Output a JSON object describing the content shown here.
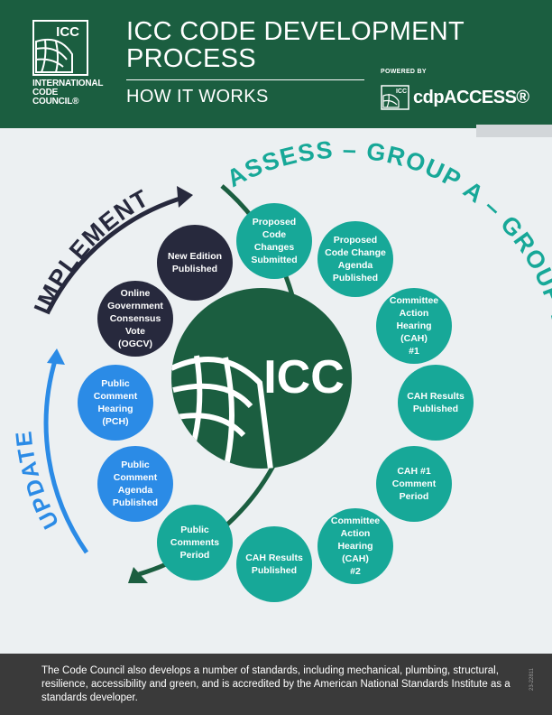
{
  "header": {
    "org_abbr": "ICC",
    "org_name_line1": "INTERNATIONAL",
    "org_name_line2": "CODE COUNCIL®",
    "title_line1": "ICC CODE DEVELOPMENT",
    "title_line2": "PROCESS",
    "subtitle": "HOW IT WORKS",
    "powered_by": "POWERED BY",
    "cdp_badge": "ICC",
    "cdp_brand": "cdpACCESS®"
  },
  "cycle": {
    "center_label": "ICC",
    "phases": {
      "implement": "IMPLEMENT",
      "assess": "ASSESS – GROUP A – GROUP B",
      "update": "UPDATE"
    },
    "steps": [
      {
        "label": "Proposed Code Changes Submitted",
        "lines": [
          "Proposed",
          "Code Changes",
          "Submitted"
        ],
        "phase": "assess"
      },
      {
        "label": "Proposed Code Change Agenda Published",
        "lines": [
          "Proposed",
          "Code Change",
          "Agenda",
          "Published"
        ],
        "phase": "assess"
      },
      {
        "label": "Committee Action Hearing (CAH) #1",
        "lines": [
          "Committee",
          "Action Hearing",
          "(CAH)",
          "#1"
        ],
        "phase": "assess"
      },
      {
        "label": "CAH Results Published",
        "lines": [
          "CAH Results",
          "Published"
        ],
        "phase": "assess"
      },
      {
        "label": "CAH #1 Comment Period",
        "lines": [
          "CAH #1",
          "Comment",
          "Period"
        ],
        "phase": "assess"
      },
      {
        "label": "Committee Action Hearing (CAH) #2",
        "lines": [
          "Committee",
          "Action Hearing",
          "(CAH)",
          "#2"
        ],
        "phase": "assess"
      },
      {
        "label": "CAH Results Published",
        "lines": [
          "CAH Results",
          "Published"
        ],
        "phase": "assess"
      },
      {
        "label": "Public Comments Period",
        "lines": [
          "Public",
          "Comments",
          "Period"
        ],
        "phase": "assess"
      },
      {
        "label": "Public Comment Agenda Published",
        "lines": [
          "Public",
          "Comment",
          "Agenda",
          "Published"
        ],
        "phase": "update"
      },
      {
        "label": "Public Comment Hearing (PCH)",
        "lines": [
          "Public",
          "Comment",
          "Hearing",
          "(PCH)"
        ],
        "phase": "update"
      },
      {
        "label": "Online Government Consensus Vote (OGCV)",
        "lines": [
          "Online",
          "Government",
          "Consensus Vote",
          "(OGCV)"
        ],
        "phase": "implement"
      },
      {
        "label": "New Edition Published",
        "lines": [
          "New Edition",
          "Published"
        ],
        "phase": "implement"
      }
    ]
  },
  "colors": {
    "header_bg": "#1b5e40",
    "assess": "#17a898",
    "implement": "#27293d",
    "update": "#2b8be6",
    "center": "#1b5e40",
    "footer_bg": "#3a3a3a"
  },
  "footer": {
    "text": "The Code Council also develops a number of standards, including mechanical, plumbing, structural, resilience, accessibility and green, and is accredited by the American National Standards Institute as a standards developer.",
    "code": "23-22811"
  }
}
